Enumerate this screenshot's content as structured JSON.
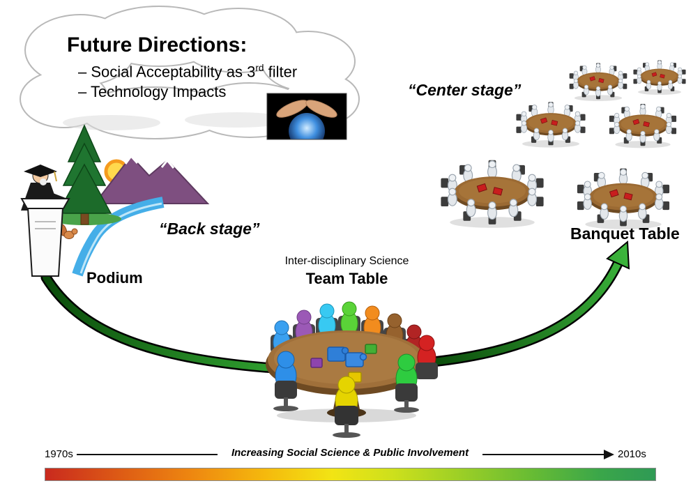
{
  "cloud": {
    "title": "Future Directions:",
    "bullets": [
      {
        "pre": "– Social Acceptability as 3",
        "sup": "rd",
        "post": " filter"
      },
      {
        "pre": "– Technology Impacts",
        "sup": "",
        "post": ""
      }
    ]
  },
  "stages": {
    "back_stage": "“Back stage”",
    "center_stage": "“Center stage”",
    "podium": "Podium",
    "team_table_kicker": "Inter-disciplinary Science",
    "team_table": "Team Table",
    "banquet_table": "Banquet Table"
  },
  "timeline": {
    "start_label": "1970s",
    "end_label": "2010s",
    "caption": "Increasing Social Science & Public Involvement"
  },
  "icons": {
    "cloud": "thought-cloud-shape",
    "crystal_ball": "hands-over-glowing-globe-image",
    "left_arrow": "green-curved-arrow-podium-to-team-table",
    "right_arrow": "green-curved-arrow-team-table-to-banquet"
  },
  "colors": {
    "arrow_green_dark": "#0a4a0a",
    "arrow_green": "#39b339",
    "table_brown": "#9b6a33",
    "gradient_bar_stops": [
      "#c92a1e",
      "#ee8710",
      "#f2e414",
      "#9ccf26",
      "#2f9a55"
    ]
  }
}
